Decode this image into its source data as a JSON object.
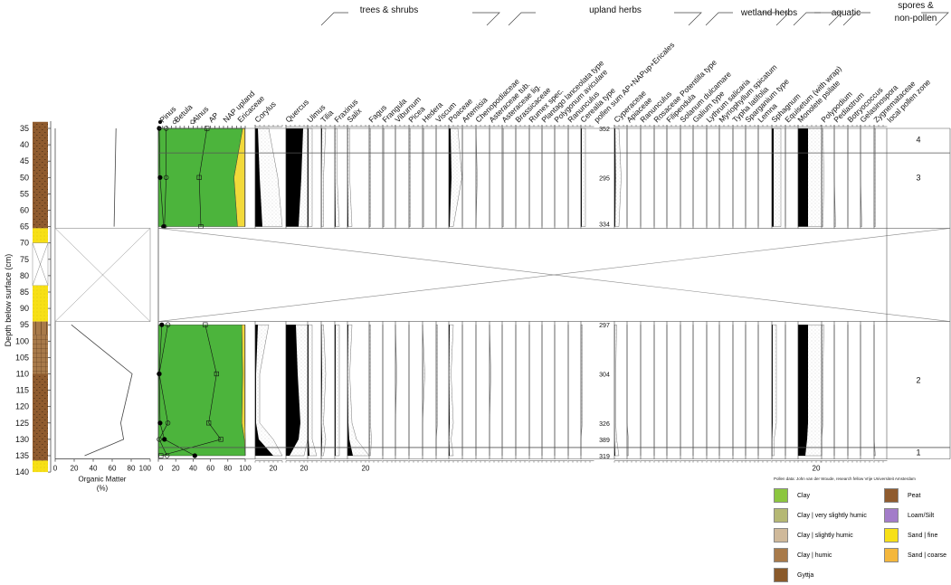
{
  "chart_data": {
    "type": "area",
    "ylabel": "Depth below surface  (cm)",
    "yticks": [
      35,
      40,
      45,
      50,
      55,
      60,
      65,
      70,
      75,
      80,
      85,
      90,
      95,
      100,
      105,
      110,
      115,
      120,
      125,
      130,
      135,
      140
    ],
    "ylim": [
      35,
      140
    ],
    "y_reversed": true,
    "groups": [
      {
        "label": "trees & shrubs"
      },
      {
        "label": "upland herbs"
      },
      {
        "label": "wetland herbs"
      },
      {
        "label": "aquatic"
      },
      {
        "label": "spores &",
        "label2": "non-pollen"
      }
    ],
    "sample_depths": [
      35,
      50,
      65,
      95,
      110,
      125,
      130,
      135
    ],
    "organic_matter": {
      "xlabel": "Organic Matter",
      "xunit": "(%)",
      "xticks": [
        "0",
        "20",
        "40",
        "60",
        "80",
        "100"
      ],
      "xlim": [
        0,
        100
      ],
      "depths": [
        35,
        65,
        95,
        110,
        125,
        130,
        135
      ],
      "values": [
        64,
        62,
        17,
        81,
        69,
        72,
        31
      ]
    },
    "main_percent": {
      "xticks": [
        "0",
        "20",
        "40",
        "60",
        "80",
        "100"
      ],
      "xlim": [
        0,
        100
      ],
      "series": [
        {
          "name": "Pinus",
          "marker": "filled-circle",
          "values": [
            1,
            2,
            6,
            4,
            1,
            2,
            7,
            42
          ]
        },
        {
          "name": "Betula",
          "marker": "open-circle",
          "values": [
            9,
            9,
            7,
            11,
            1,
            11,
            1,
            10
          ]
        },
        {
          "name": "Alnus",
          "marker": "open-square",
          "values": [
            56,
            47,
            49,
            54,
            67,
            58,
            72,
            3
          ]
        },
        {
          "name": "AP",
          "values": [
            97,
            87,
            91,
            96,
            97,
            96,
            99,
            100
          ],
          "color": "#4cb43c"
        },
        {
          "name": "NAP upland",
          "values": [
            99.5,
            99.5,
            99.5,
            99.5,
            99.5,
            99.5,
            100,
            100
          ],
          "color": "#f2d93a"
        },
        {
          "name": "Ericaceae",
          "values": [
            100,
            100,
            100,
            100,
            100,
            100,
            100,
            100
          ],
          "color": "#7b4fc4"
        }
      ]
    },
    "taxa": [
      {
        "name": "Corylus",
        "scale_label": "20",
        "values": [
          3,
          5,
          8,
          3,
          1,
          1,
          4,
          20
        ]
      },
      {
        "name": "Quercus",
        "scale_label": "20",
        "values": [
          19,
          17,
          14,
          11,
          13,
          16,
          14,
          4
        ]
      },
      {
        "name": "Ulmus",
        "values": [
          1,
          1,
          1,
          1,
          1,
          1,
          1,
          2
        ]
      },
      {
        "name": "Tilia",
        "values": [
          1,
          0.5,
          0.5,
          0.5,
          1,
          0.5,
          1,
          0.5
        ]
      },
      {
        "name": "Fraxinus",
        "values": [
          0.5,
          0.5,
          1,
          1,
          1,
          1,
          1,
          1
        ]
      },
      {
        "name": "Salix",
        "scale_label": "20",
        "values": [
          0.5,
          0.5,
          1,
          1,
          0.5,
          1,
          2,
          6
        ]
      },
      {
        "name": "Fagus",
        "values": [
          0.3,
          0.3,
          0.3,
          0.3,
          0.3,
          0.3,
          0.5,
          0.3
        ]
      },
      {
        "name": "Frangula",
        "values": [
          0.3,
          0.3,
          0.3,
          0,
          0,
          0,
          0,
          0
        ]
      },
      {
        "name": "Viburnum",
        "values": [
          0,
          0,
          0,
          0,
          0.3,
          0,
          0,
          0
        ]
      },
      {
        "name": "Picea",
        "values": [
          0.3,
          0.3,
          0.3,
          0,
          0,
          0,
          0,
          0
        ]
      },
      {
        "name": "Hedera",
        "values": [
          0.3,
          0.3,
          0.3,
          0,
          0.5,
          0,
          0,
          0
        ]
      },
      {
        "name": "Viscum",
        "values": [
          0,
          0,
          0,
          0.3,
          0.3,
          0.3,
          0,
          0
        ]
      },
      {
        "name": "Poaceae",
        "values": [
          2,
          3,
          1,
          1,
          0.5,
          1,
          0.5,
          1
        ]
      },
      {
        "name": "Artemisia",
        "values": [
          0,
          0,
          0,
          0,
          0,
          0,
          0,
          0
        ]
      },
      {
        "name": "Chenopodiaceae",
        "values": [
          0,
          0.3,
          0,
          0,
          0,
          0,
          0,
          0
        ]
      },
      {
        "name": "Asteraceae tub.",
        "values": [
          0,
          0,
          0,
          0,
          0.3,
          0,
          0,
          0
        ]
      },
      {
        "name": "Asteraceae lig.",
        "values": [
          0.3,
          0.3,
          0.3,
          0,
          0,
          0,
          0,
          0
        ]
      },
      {
        "name": "Brassicaceae",
        "values": [
          0,
          0,
          0,
          0,
          0,
          0,
          0,
          0
        ]
      },
      {
        "name": "Rumex spec.",
        "values": [
          0,
          0,
          0,
          0,
          0,
          0,
          0,
          0
        ]
      },
      {
        "name": "Plantago lanceolata type",
        "values": [
          0,
          0,
          0,
          0,
          0,
          0,
          0,
          0
        ]
      },
      {
        "name": "Polygonum aviculare",
        "values": [
          0,
          0,
          0,
          0,
          0,
          0,
          0,
          0
        ]
      },
      {
        "name": "Ranunculus",
        "values": [
          0,
          0,
          0,
          0,
          0,
          0,
          0,
          0
        ]
      },
      {
        "name": "Cerealia type",
        "values": [
          1,
          1,
          1,
          0.3,
          0.3,
          0.3,
          0,
          0
        ]
      },
      {
        "name": "pollen sum AP+NAPup+Ericales",
        "is_sum": true,
        "values": [
          352,
          295,
          334,
          297,
          304,
          326,
          389,
          319
        ]
      },
      {
        "name": "Cyperaceae",
        "values": [
          1,
          1.5,
          1,
          0.5,
          0.3,
          0.3,
          0.5,
          1
        ]
      },
      {
        "name": "Apiaceae",
        "values": [
          0,
          0,
          0,
          0,
          0,
          0,
          0.3,
          0.3
        ]
      },
      {
        "name": "Ranunculus",
        "values": [
          0,
          0,
          0,
          0,
          0,
          0,
          0,
          0
        ]
      },
      {
        "name": "Rosaceae Potentilla type",
        "values": [
          0,
          0,
          0,
          0,
          0,
          0,
          0,
          0
        ]
      },
      {
        "name": "Filipendula",
        "values": [
          0,
          0,
          0,
          0,
          0,
          0,
          0,
          0
        ]
      },
      {
        "name": "Solanum dulcamare",
        "values": [
          0,
          0,
          0,
          0,
          0,
          0,
          0,
          0
        ]
      },
      {
        "name": "Galium type",
        "values": [
          0,
          0,
          0,
          0,
          0,
          0,
          0,
          0
        ]
      },
      {
        "name": "Lythrum salicaria",
        "values": [
          0,
          0,
          0,
          0,
          0,
          0,
          0,
          0
        ]
      },
      {
        "name": "Myriophyllum spicatum",
        "values": [
          0,
          0,
          0,
          0,
          0,
          0,
          0,
          0
        ]
      },
      {
        "name": "Typha latifolia",
        "values": [
          0,
          0,
          0,
          0,
          0,
          0,
          0,
          0
        ]
      },
      {
        "name": "Sparganium type",
        "values": [
          0,
          0,
          0,
          0,
          0,
          0,
          0,
          0
        ]
      },
      {
        "name": "Lemna",
        "values": [
          0,
          0,
          0,
          0,
          0,
          0,
          0,
          0
        ]
      },
      {
        "name": "Sphagnum",
        "values": [
          2,
          2,
          2,
          1,
          1,
          1,
          0.5,
          0.5
        ]
      },
      {
        "name": "Equisetum (with wrap)",
        "values": [
          0,
          0,
          0,
          0,
          0,
          0,
          0,
          0
        ]
      },
      {
        "name": "Monolete psilate",
        "scale_label": "20",
        "values": [
          11,
          11,
          11,
          11,
          11,
          11,
          10,
          8
        ]
      },
      {
        "name": "Polypodium",
        "values": [
          0.3,
          0.5,
          0.3,
          0.5,
          0.3,
          0.3,
          0,
          0
        ]
      },
      {
        "name": "Pediastrum",
        "values": [
          0,
          0,
          0.3,
          0,
          0,
          0,
          0,
          0
        ]
      },
      {
        "name": "Botryococcus",
        "values": [
          0,
          0,
          0,
          0,
          0,
          0,
          0,
          0
        ]
      },
      {
        "name": "Gelasinospora",
        "values": [
          0,
          0,
          0.3,
          0,
          0,
          0,
          0,
          0
        ]
      },
      {
        "name": "Zygnemataceae",
        "values": [
          0.3,
          0.3,
          0.3,
          0,
          0,
          0,
          0,
          0.3
        ]
      }
    ],
    "zones": {
      "label": "local pollen zone",
      "boundaries": [
        42.5,
        65.5,
        94,
        132.5
      ],
      "items": [
        {
          "label": "4",
          "depth": 38.5
        },
        {
          "label": "3",
          "depth": 50
        },
        {
          "label": "2",
          "depth": 112
        },
        {
          "label": "1",
          "depth": 134
        }
      ]
    },
    "no_sample_interval": [
      66,
      94
    ],
    "lithology": [
      {
        "from": 33,
        "to": 65.5,
        "type": "Peat"
      },
      {
        "from": 65.5,
        "to": 70,
        "type": "Sand | fine"
      },
      {
        "from": 70,
        "to": 83,
        "type": "gap"
      },
      {
        "from": 83,
        "to": 94,
        "type": "Sand | fine"
      },
      {
        "from": 94,
        "to": 98,
        "type": "Clay | humic"
      },
      {
        "from": 98,
        "to": 110,
        "type": "Gyttja"
      },
      {
        "from": 110,
        "to": 136.5,
        "type": "Peat"
      },
      {
        "from": 136.5,
        "to": 140,
        "type": "Sand | fine"
      }
    ]
  },
  "credit": "Pollen data: John van der Woude, research fellow Vrije Universiteit Amsterdam",
  "legend": [
    {
      "label": "Clay",
      "color": "#8cc63f"
    },
    {
      "label": "Clay | very slightly humic",
      "color": "#b5b874"
    },
    {
      "label": "Clay | slightly humic",
      "color": "#cfb99a"
    },
    {
      "label": "Clay | humic",
      "color": "#a87a4a"
    },
    {
      "label": "Gyttja",
      "color": "#8a5a2b"
    },
    {
      "label": "Peat",
      "color": "#8f5b2e"
    },
    {
      "label": "Loam/Silt",
      "color": "#a37cc9"
    },
    {
      "label": "Sand | fine",
      "color": "#f7e017"
    },
    {
      "label": "Sand | coarse",
      "color": "#f4b73c"
    }
  ]
}
